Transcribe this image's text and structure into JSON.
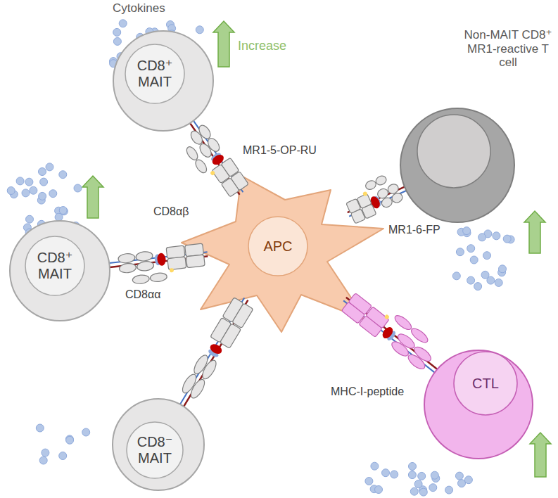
{
  "diagram": {
    "nodes": [
      {
        "text": [
          "CD8⁺ MAIT"
        ]
      },
      {
        "text": [
          "Non-MAIT CD8⁺ MR1-reactive T cell"
        ]
      },
      {
        "text": [
          "CD8⁺ MAIT"
        ]
      },
      {
        "text": [
          "APC"
        ]
      },
      {
        "text": [
          "CTL"
        ]
      },
      {
        "text": [
          "CD8⁻ MAIT"
        ]
      }
    ],
    "edges": [
      {
        "from": 0,
        "to": 3,
        "arrow": "none"
      },
      {
        "from": 1,
        "to": 3,
        "arrow": "none"
      },
      {
        "from": 2,
        "to": 3,
        "arrow": "none"
      },
      {
        "from": 4,
        "to": 3,
        "arrow": "none"
      },
      {
        "from": 5,
        "to": 3,
        "arrow": "none"
      }
    ],
    "labels": [
      "Cytokines",
      "Increase",
      "MR1-5-OP-RU",
      "CD8αβ",
      "CD8αα",
      "MR1-6-FP",
      "MHC-I-peptide"
    ]
  }
}
